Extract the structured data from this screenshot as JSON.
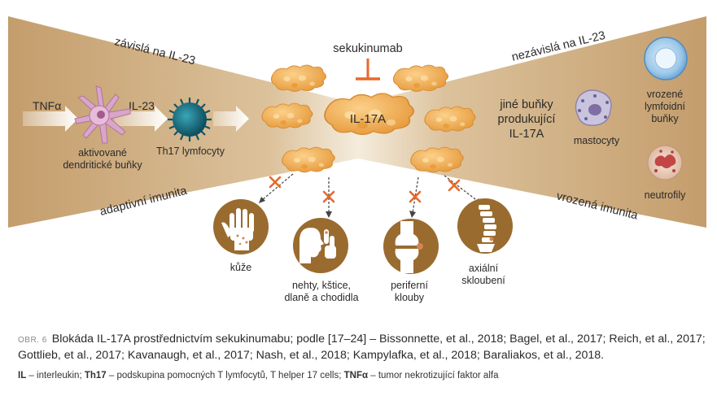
{
  "labels": {
    "dependent": "závislá na IL-23",
    "independent": "nezávislá na IL-23",
    "adaptive": "adaptivní imunita",
    "innate": "vrozená imunita",
    "sekukinumab": "sekukinumab",
    "il17a": "IL-17A",
    "tnfa": "TNFα",
    "il23": "IL-23",
    "dc_line1": "aktivované",
    "dc_line2": "dendritické buňky",
    "th17": "Th17 lymfocyty",
    "other_line1": "jiné buňky",
    "other_line2": "produkující",
    "other_line3": "IL-17A",
    "mastocyty": "mastocyty",
    "ilc_line1": "vrozené",
    "ilc_line2": "lymfoidní",
    "ilc_line3": "buňky",
    "neutrofily": "neutrofily"
  },
  "targets": [
    {
      "lines": [
        "kůže"
      ],
      "icon": "hand-skin-icon"
    },
    {
      "lines": [
        "nehty, kštice,",
        "dlaně a chodidla"
      ],
      "icon": "head-nails-icon"
    },
    {
      "lines": [
        "periferní",
        "klouby"
      ],
      "icon": "knee-joint-icon"
    },
    {
      "lines": [
        "axiální",
        "skloubení"
      ],
      "icon": "spine-icon"
    }
  ],
  "caption": {
    "prefix": "OBR. 6",
    "text": "Blokáda IL-17A prostřednictvím sekukinumabu; podle [17–24] – Bissonnette, et al., 2018; Bagel, et al., 2017; Reich, et al., 2017; Gottlieb, et al., 2017; Kavanaugh, et al., 2017; Nash, et al., 2018; Kampylafka, et al., 2018; Baraliakos, et al., 2018."
  },
  "legend": {
    "il_abbr": "IL",
    "il_def": " – interleukin; ",
    "th17_abbr": "Th17",
    "th17_def": " – podskupina pomocných T lymfocytů, T helper 17 cells; ",
    "tnfa_abbr": "TNFα",
    "tnfa_def": " – tumor nekrotizující faktor alfa"
  },
  "colors": {
    "bowtie": "#c8a374",
    "bowtie_light": "#f4ead9",
    "protein": "#f2b257",
    "inhibitor": "#e8692a",
    "icon_circle": "#9a6b2f"
  }
}
